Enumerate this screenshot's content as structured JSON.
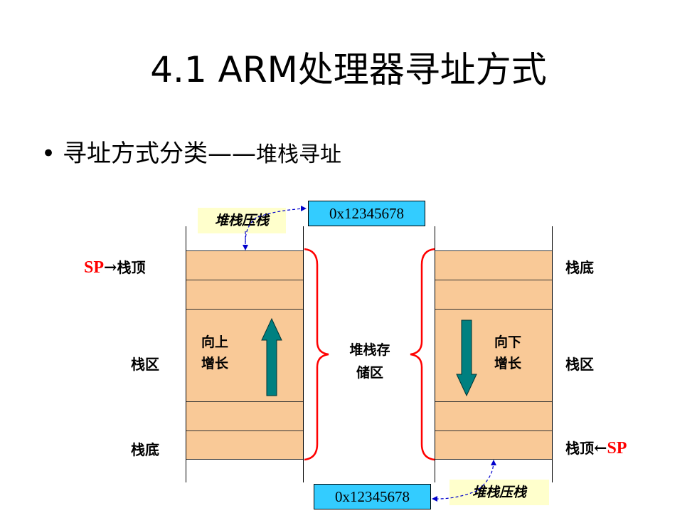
{
  "title": "4.1 ARM处理器寻址方式",
  "bullet": {
    "main": "寻址方式分类——",
    "sub": "堆栈寻址"
  },
  "left_stack": {
    "sp_label": "SP",
    "top_label": "栈顶",
    "area_label": "栈区",
    "bottom_label": "栈底",
    "direction_line1": "向上",
    "direction_line2": "增长",
    "push_note": "堆栈压栈",
    "address": "0x12345678"
  },
  "right_stack": {
    "sp_label": "SP",
    "top_label": "栈顶",
    "area_label": "栈区",
    "bottom_label": "栈底",
    "direction_line1": "向下",
    "direction_line2": "增长",
    "push_note": "堆栈压栈",
    "address": "0x12345678"
  },
  "center_label_line1": "堆栈存",
  "center_label_line2": "储区",
  "arrow_right": "→",
  "arrow_left": "←",
  "colors": {
    "cell": "#f9c997",
    "arrow": "#008080",
    "address_box": "#33ccff",
    "note": "#ffffcc",
    "brace": "#ff0000",
    "sp": "#ff0000",
    "dashed": "#0000cc"
  }
}
